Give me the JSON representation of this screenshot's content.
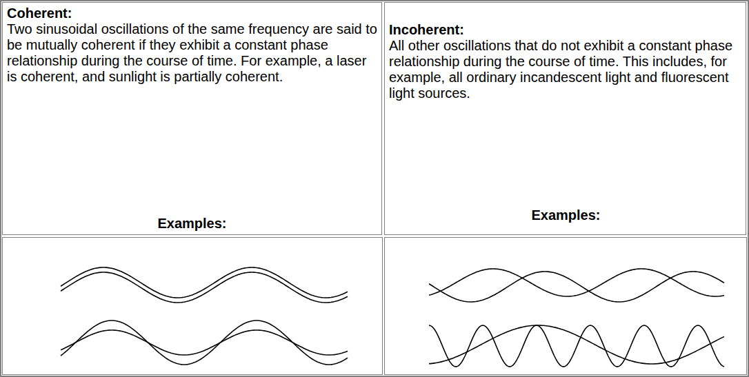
{
  "diagram": {
    "nodes": [
      {
        "text": [
          "Coherent:",
          "Two sinusoidal oscillations of the same frequency are said to be mutually coherent if they exhibit a constant phase relationship during the course of time. For example, a laser is coherent, and sunlight is partially coherent.",
          "Examples:"
        ]
      },
      {
        "text": [
          "Incoherent:",
          "All other oscillations that do not exhibit a constant phase relationship during the course of time. This includes, for example, all ordinary incandescent light and fluorescent light sources.",
          "Examples:"
        ]
      }
    ]
  }
}
